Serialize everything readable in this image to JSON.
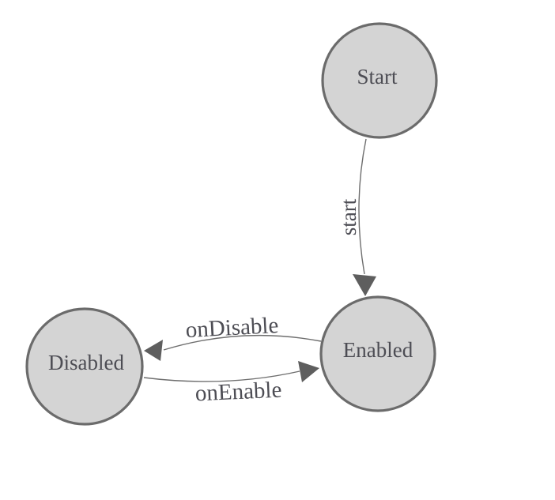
{
  "diagram": {
    "type": "state-machine",
    "nodes": [
      {
        "id": "start",
        "label": "Start"
      },
      {
        "id": "enabled",
        "label": "Enabled"
      },
      {
        "id": "disabled",
        "label": "Disabled"
      }
    ],
    "edges": [
      {
        "from": "Start",
        "to": "Enabled",
        "label": "start"
      },
      {
        "from": "Enabled",
        "to": "Disabled",
        "label": "onDisable"
      },
      {
        "from": "Disabled",
        "to": "Enabled",
        "label": "onEnable"
      }
    ]
  },
  "colors": {
    "background": "#ffffff",
    "state_fill": "#d4d4d4",
    "state_stroke": "#6b6b6b",
    "edge_stroke": "#6e6e6e",
    "arrow_fill": "#5e5e5e",
    "label_text": "#4d4d54"
  }
}
